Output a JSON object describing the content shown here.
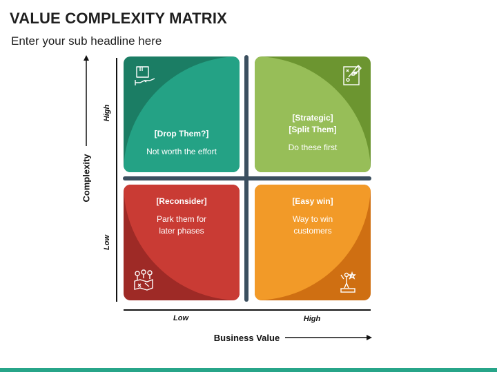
{
  "header": {
    "title": "VALUE COMPLEXITY MATRIX",
    "subtitle": "Enter your sub headline here"
  },
  "axes": {
    "y_title": "Complexity",
    "y_high": "High",
    "y_low": "Low",
    "x_title": "Business Value",
    "x_low": "Low",
    "x_high": "High"
  },
  "quadrants": {
    "top_left": {
      "label": "[Drop Them?]",
      "desc": "Not worth the effort",
      "icon": "hand-box-icon"
    },
    "top_right": {
      "label_line1": "[Strategic]",
      "label_line2": "[Split Them]",
      "desc": "Do these first",
      "icon": "strategy-board-icon"
    },
    "bottom_left": {
      "label": "[Reconsider]",
      "desc_line1": "Park them for",
      "desc_line2": "later phases",
      "icon": "location-map-icon"
    },
    "bottom_right": {
      "label": "[Easy win]",
      "desc_line1": "Way to win",
      "desc_line2": "customers",
      "icon": "trophy-winner-icon"
    }
  },
  "colors": {
    "top_left": "#24a285",
    "top_right": "#97be58",
    "bottom_left": "#c93b34",
    "bottom_right": "#f29a28",
    "divider": "#3b4f5f",
    "footer": "#27a589"
  }
}
